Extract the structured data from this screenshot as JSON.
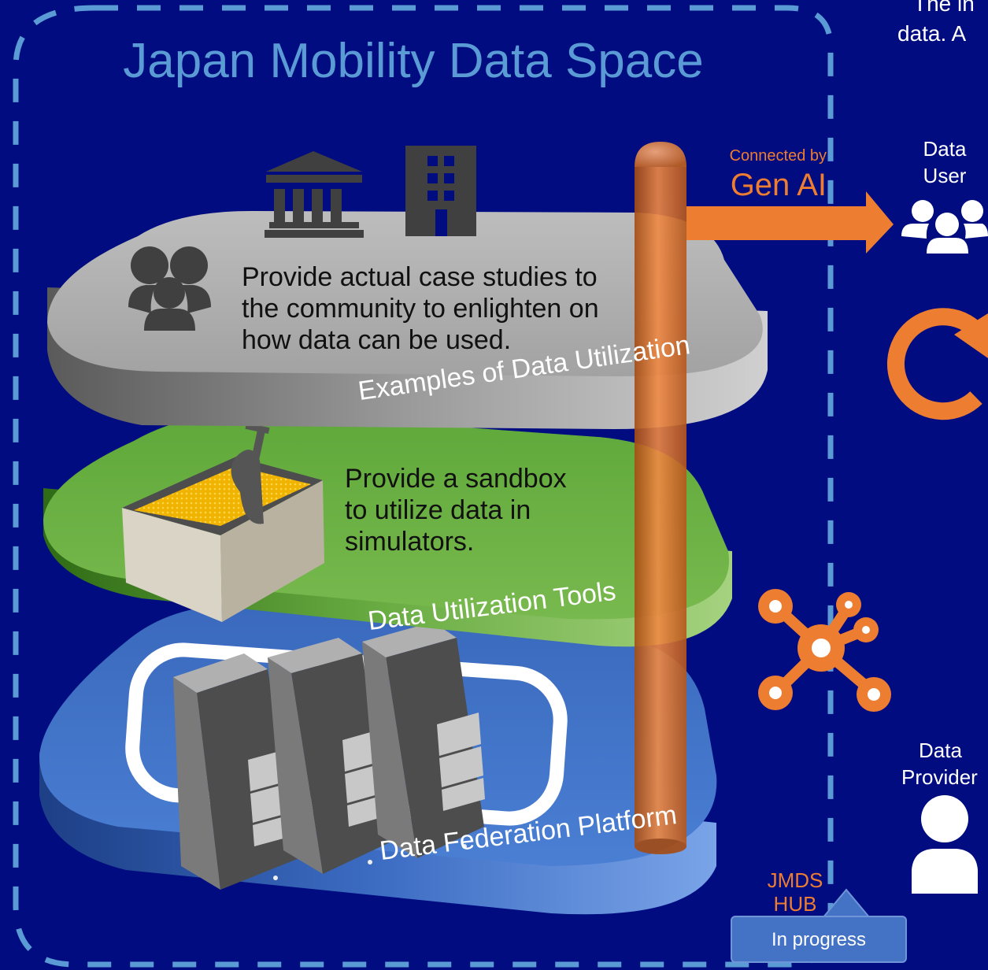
{
  "title": "Japan Mobility Data Space",
  "top_right_text": {
    "line1": "The in",
    "line2": "data. A"
  },
  "layers": [
    {
      "name": "Examples of Data Utilization",
      "description_lines": [
        "Provide actual case studies to",
        "the community to enlighten on",
        "how data can be used."
      ],
      "color": "#a6a6a6"
    },
    {
      "name": "Data Utilization Tools",
      "description_lines": [
        "Provide a sandbox",
        "to utilize data in",
        "simulators."
      ],
      "color": "#70ad47"
    },
    {
      "name": "Data Federation Platform",
      "description_lines": [],
      "color": "#4472c4"
    }
  ],
  "connector": {
    "small_label": "Connected by",
    "big_label": "Gen AI",
    "color": "#ed7d31"
  },
  "actors": {
    "user": {
      "line1": "Data",
      "line2": "User",
      "icon": "group-icon"
    },
    "provider": {
      "line1": "Data",
      "line2": "Provider",
      "icon": "person-icon"
    }
  },
  "hub": {
    "line1": "JMDS",
    "line2": "HUB",
    "icon": "hub-network-icon"
  },
  "status": "In progress",
  "icons": [
    "bank-icon",
    "building-icon",
    "people-group-icon",
    "sandbox-icon",
    "server-rack-icon",
    "refresh-cycle-icon"
  ]
}
